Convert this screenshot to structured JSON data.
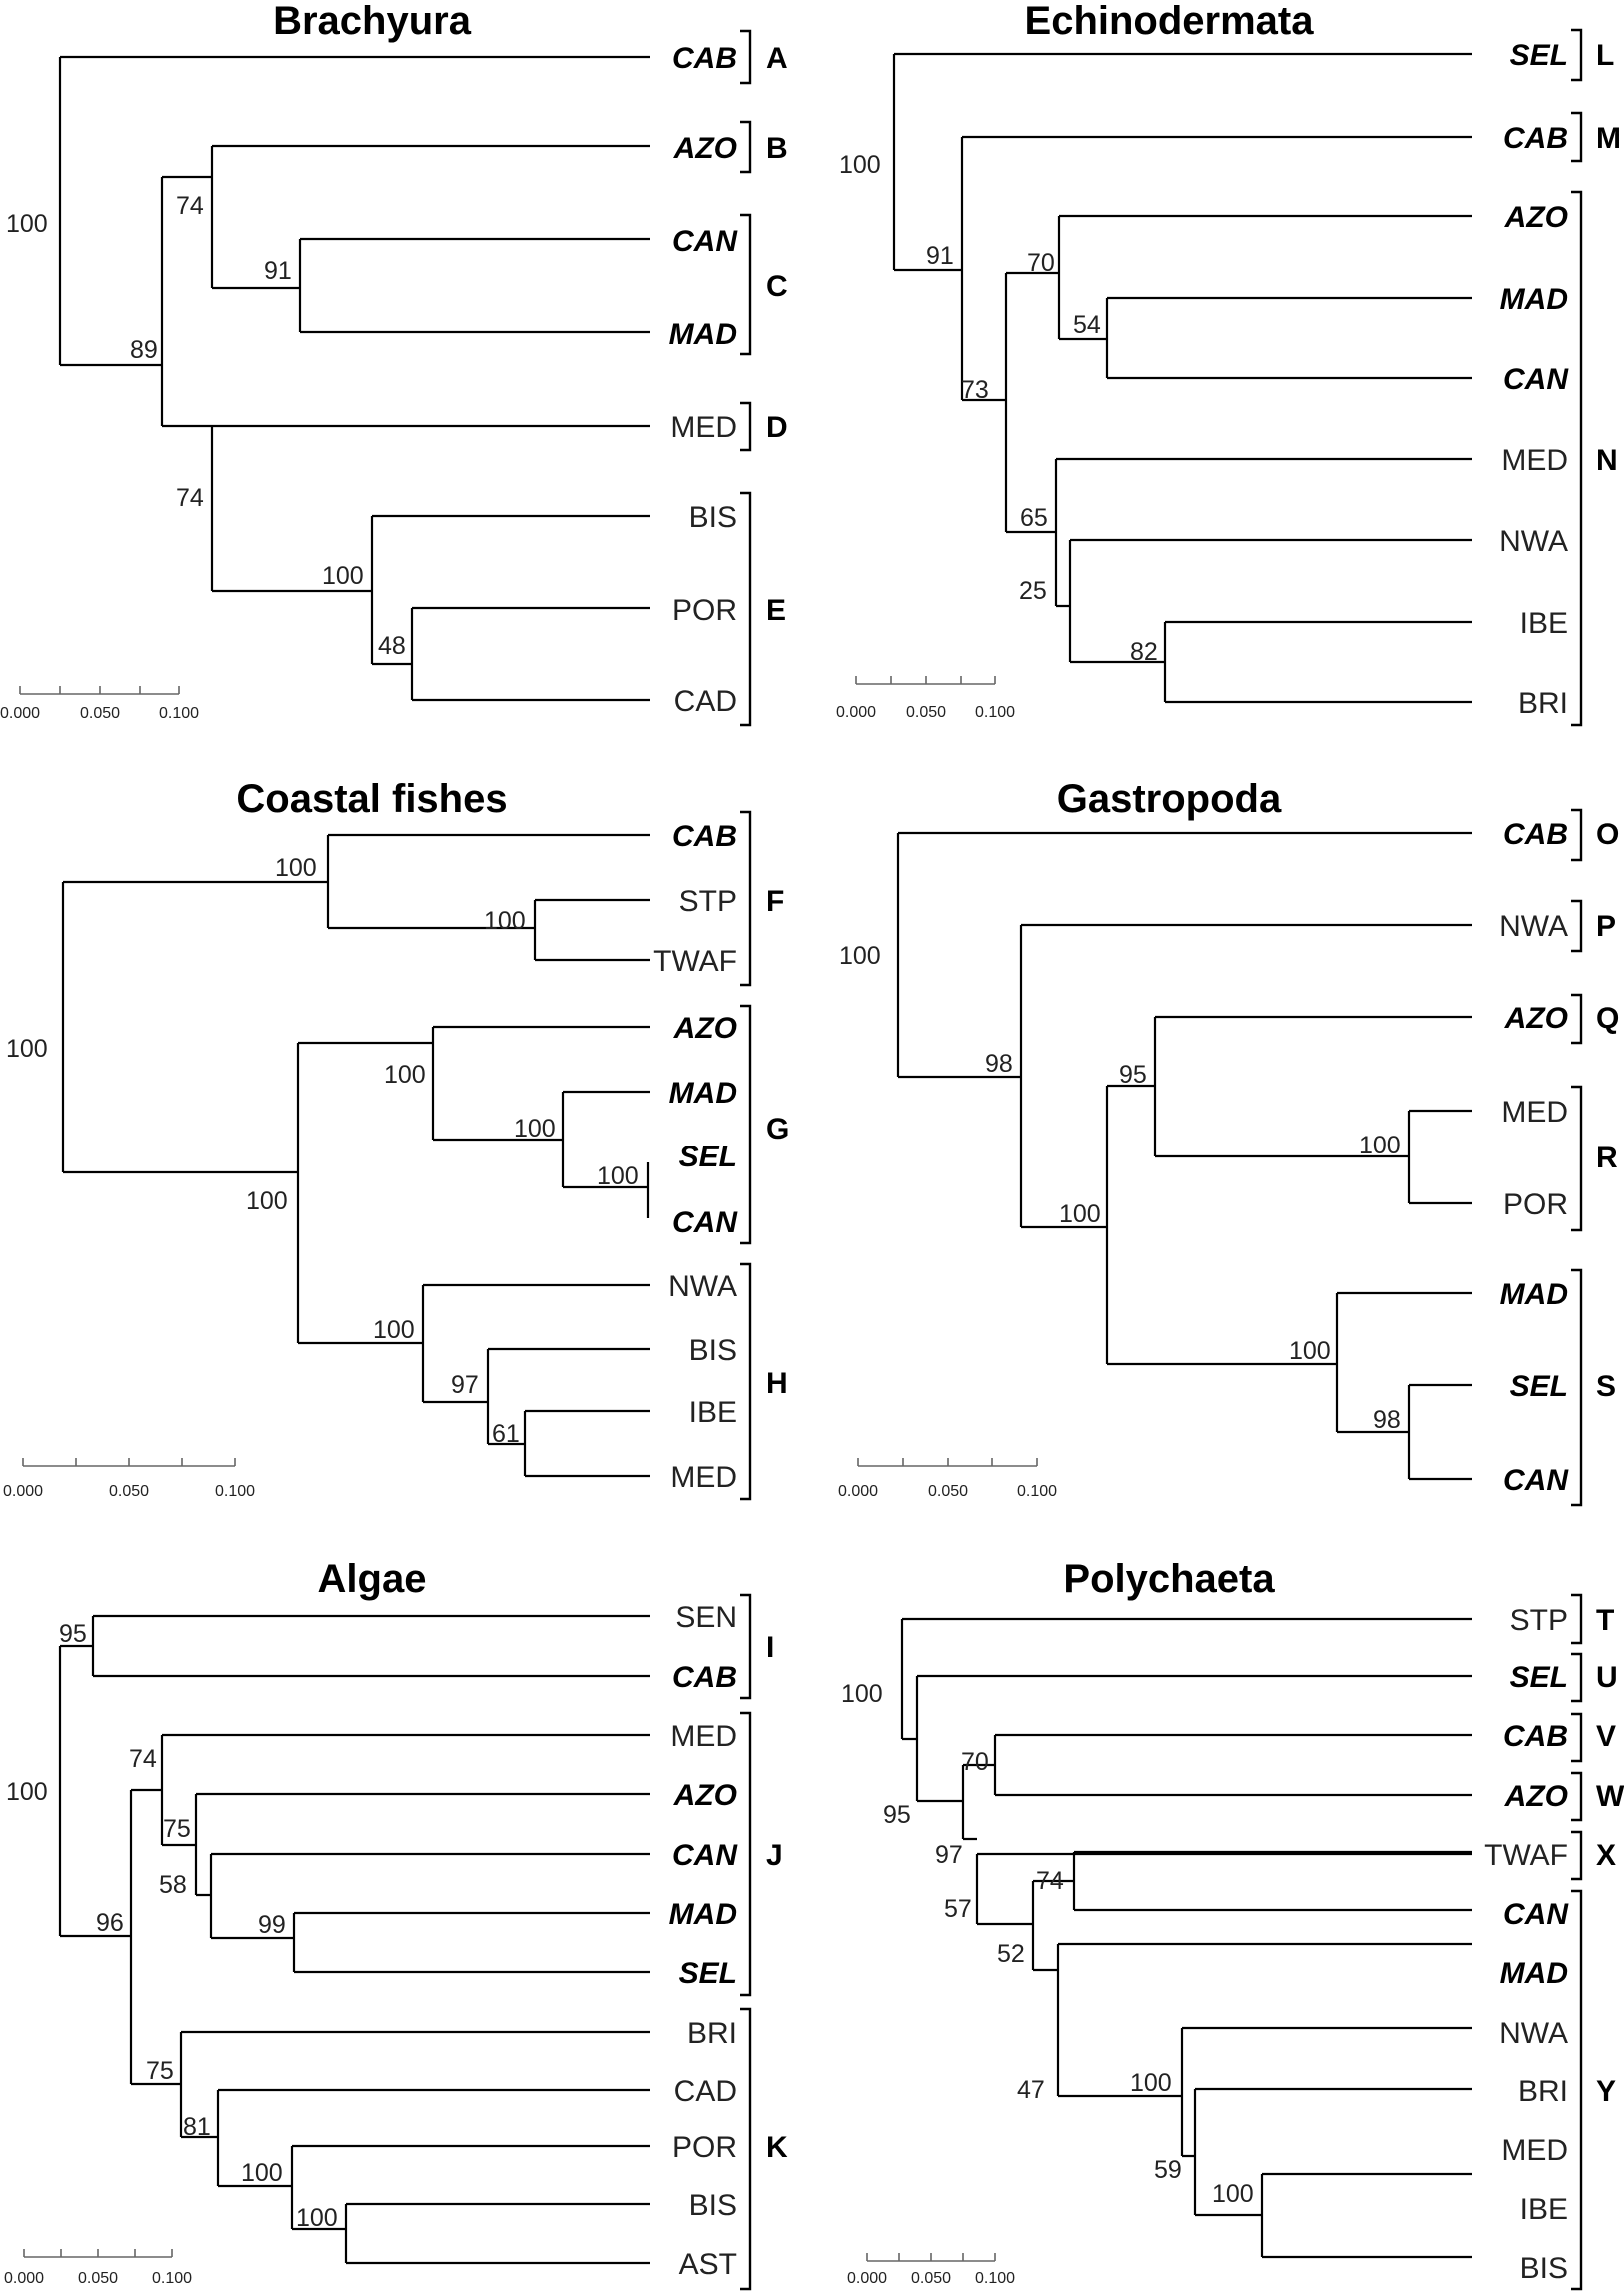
{
  "panels": [
    {
      "title": "Brachyura",
      "leaves": [
        {
          "label": "CAB",
          "bold": true
        },
        {
          "label": "AZO",
          "bold": true
        },
        {
          "label": "CAN",
          "bold": true
        },
        {
          "label": "MAD",
          "bold": true
        },
        {
          "label": "MED",
          "bold": false
        },
        {
          "label": "BIS",
          "bold": false
        },
        {
          "label": "POR",
          "bold": false
        },
        {
          "label": "CAD",
          "bold": false
        }
      ],
      "supports": [
        "100",
        "89",
        "74",
        "91",
        "74",
        "100",
        "48"
      ],
      "groups": [
        "A",
        "B",
        "C",
        "D",
        "E"
      ],
      "scale_ticks": [
        "0.000",
        "0.050",
        "0.100"
      ]
    },
    {
      "title": "Echinodermata",
      "leaves": [
        {
          "label": "SEL",
          "bold": true
        },
        {
          "label": "CAB",
          "bold": true
        },
        {
          "label": "AZO",
          "bold": true
        },
        {
          "label": "MAD",
          "bold": true
        },
        {
          "label": "CAN",
          "bold": true
        },
        {
          "label": "MED",
          "bold": false
        },
        {
          "label": "NWA",
          "bold": false
        },
        {
          "label": "IBE",
          "bold": false
        },
        {
          "label": "BRI",
          "bold": false
        }
      ],
      "supports": [
        "100",
        "91",
        "73",
        "70",
        "54",
        "65",
        "25",
        "82"
      ],
      "groups": [
        "L",
        "M",
        "N"
      ],
      "scale_ticks": [
        "0.000",
        "0.050",
        "0.100"
      ]
    },
    {
      "title": "Coastal fishes",
      "leaves": [
        {
          "label": "CAB",
          "bold": true
        },
        {
          "label": "STP",
          "bold": false
        },
        {
          "label": "TWAF",
          "bold": false
        },
        {
          "label": "AZO",
          "bold": true
        },
        {
          "label": "MAD",
          "bold": true
        },
        {
          "label": "SEL",
          "bold": true
        },
        {
          "label": "CAN",
          "bold": true
        },
        {
          "label": "NWA",
          "bold": false
        },
        {
          "label": "BIS",
          "bold": false
        },
        {
          "label": "IBE",
          "bold": false
        },
        {
          "label": "MED",
          "bold": false
        }
      ],
      "supports": [
        "100",
        "100",
        "100",
        "100",
        "100",
        "100",
        "100",
        "100",
        "97",
        "61"
      ],
      "groups": [
        "F",
        "G",
        "H"
      ],
      "scale_ticks": [
        "0.000",
        "0.050",
        "0.100"
      ]
    },
    {
      "title": "Gastropoda",
      "leaves": [
        {
          "label": "CAB",
          "bold": true
        },
        {
          "label": "NWA",
          "bold": false
        },
        {
          "label": "AZO",
          "bold": true
        },
        {
          "label": "MED",
          "bold": false
        },
        {
          "label": "POR",
          "bold": false
        },
        {
          "label": "MAD",
          "bold": true
        },
        {
          "label": "SEL",
          "bold": true
        },
        {
          "label": "CAN",
          "bold": true
        }
      ],
      "supports": [
        "100",
        "98",
        "100",
        "95",
        "100",
        "100",
        "98"
      ],
      "groups": [
        "O",
        "P",
        "Q",
        "R",
        "S"
      ],
      "scale_ticks": [
        "0.000",
        "0.050",
        "0.100"
      ]
    },
    {
      "title": "Algae",
      "leaves": [
        {
          "label": "SEN",
          "bold": false
        },
        {
          "label": "CAB",
          "bold": true
        },
        {
          "label": "MED",
          "bold": false
        },
        {
          "label": "AZO",
          "bold": true
        },
        {
          "label": "CAN",
          "bold": true
        },
        {
          "label": "MAD",
          "bold": true
        },
        {
          "label": "SEL",
          "bold": true
        },
        {
          "label": "BRI",
          "bold": false
        },
        {
          "label": "CAD",
          "bold": false
        },
        {
          "label": "POR",
          "bold": false
        },
        {
          "label": "BIS",
          "bold": false
        },
        {
          "label": "AST",
          "bold": false
        }
      ],
      "supports": [
        "100",
        "95",
        "96",
        "74",
        "75",
        "58",
        "99",
        "75",
        "81",
        "100",
        "100"
      ],
      "groups": [
        "I",
        "J",
        "K"
      ],
      "scale_ticks": [
        "0.000",
        "0.050",
        "0.100"
      ]
    },
    {
      "title": "Polychaeta",
      "leaves": [
        {
          "label": "STP",
          "bold": false
        },
        {
          "label": "SEL",
          "bold": true
        },
        {
          "label": "CAB",
          "bold": true
        },
        {
          "label": "AZO",
          "bold": true
        },
        {
          "label": "TWAF",
          "bold": false
        },
        {
          "label": "CAN",
          "bold": true
        },
        {
          "label": "MAD",
          "bold": true
        },
        {
          "label": "NWA",
          "bold": false
        },
        {
          "label": "BRI",
          "bold": false
        },
        {
          "label": "MED",
          "bold": false
        },
        {
          "label": "IBE",
          "bold": false
        },
        {
          "label": "BIS",
          "bold": false
        }
      ],
      "supports": [
        "100",
        "95",
        "97",
        "70",
        "57",
        "52",
        "74",
        "47",
        "100",
        "59",
        "100"
      ],
      "groups": [
        "T",
        "U",
        "V",
        "W",
        "X",
        "Y"
      ],
      "scale_ticks": [
        "0.000",
        "0.050",
        "0.100"
      ]
    }
  ]
}
